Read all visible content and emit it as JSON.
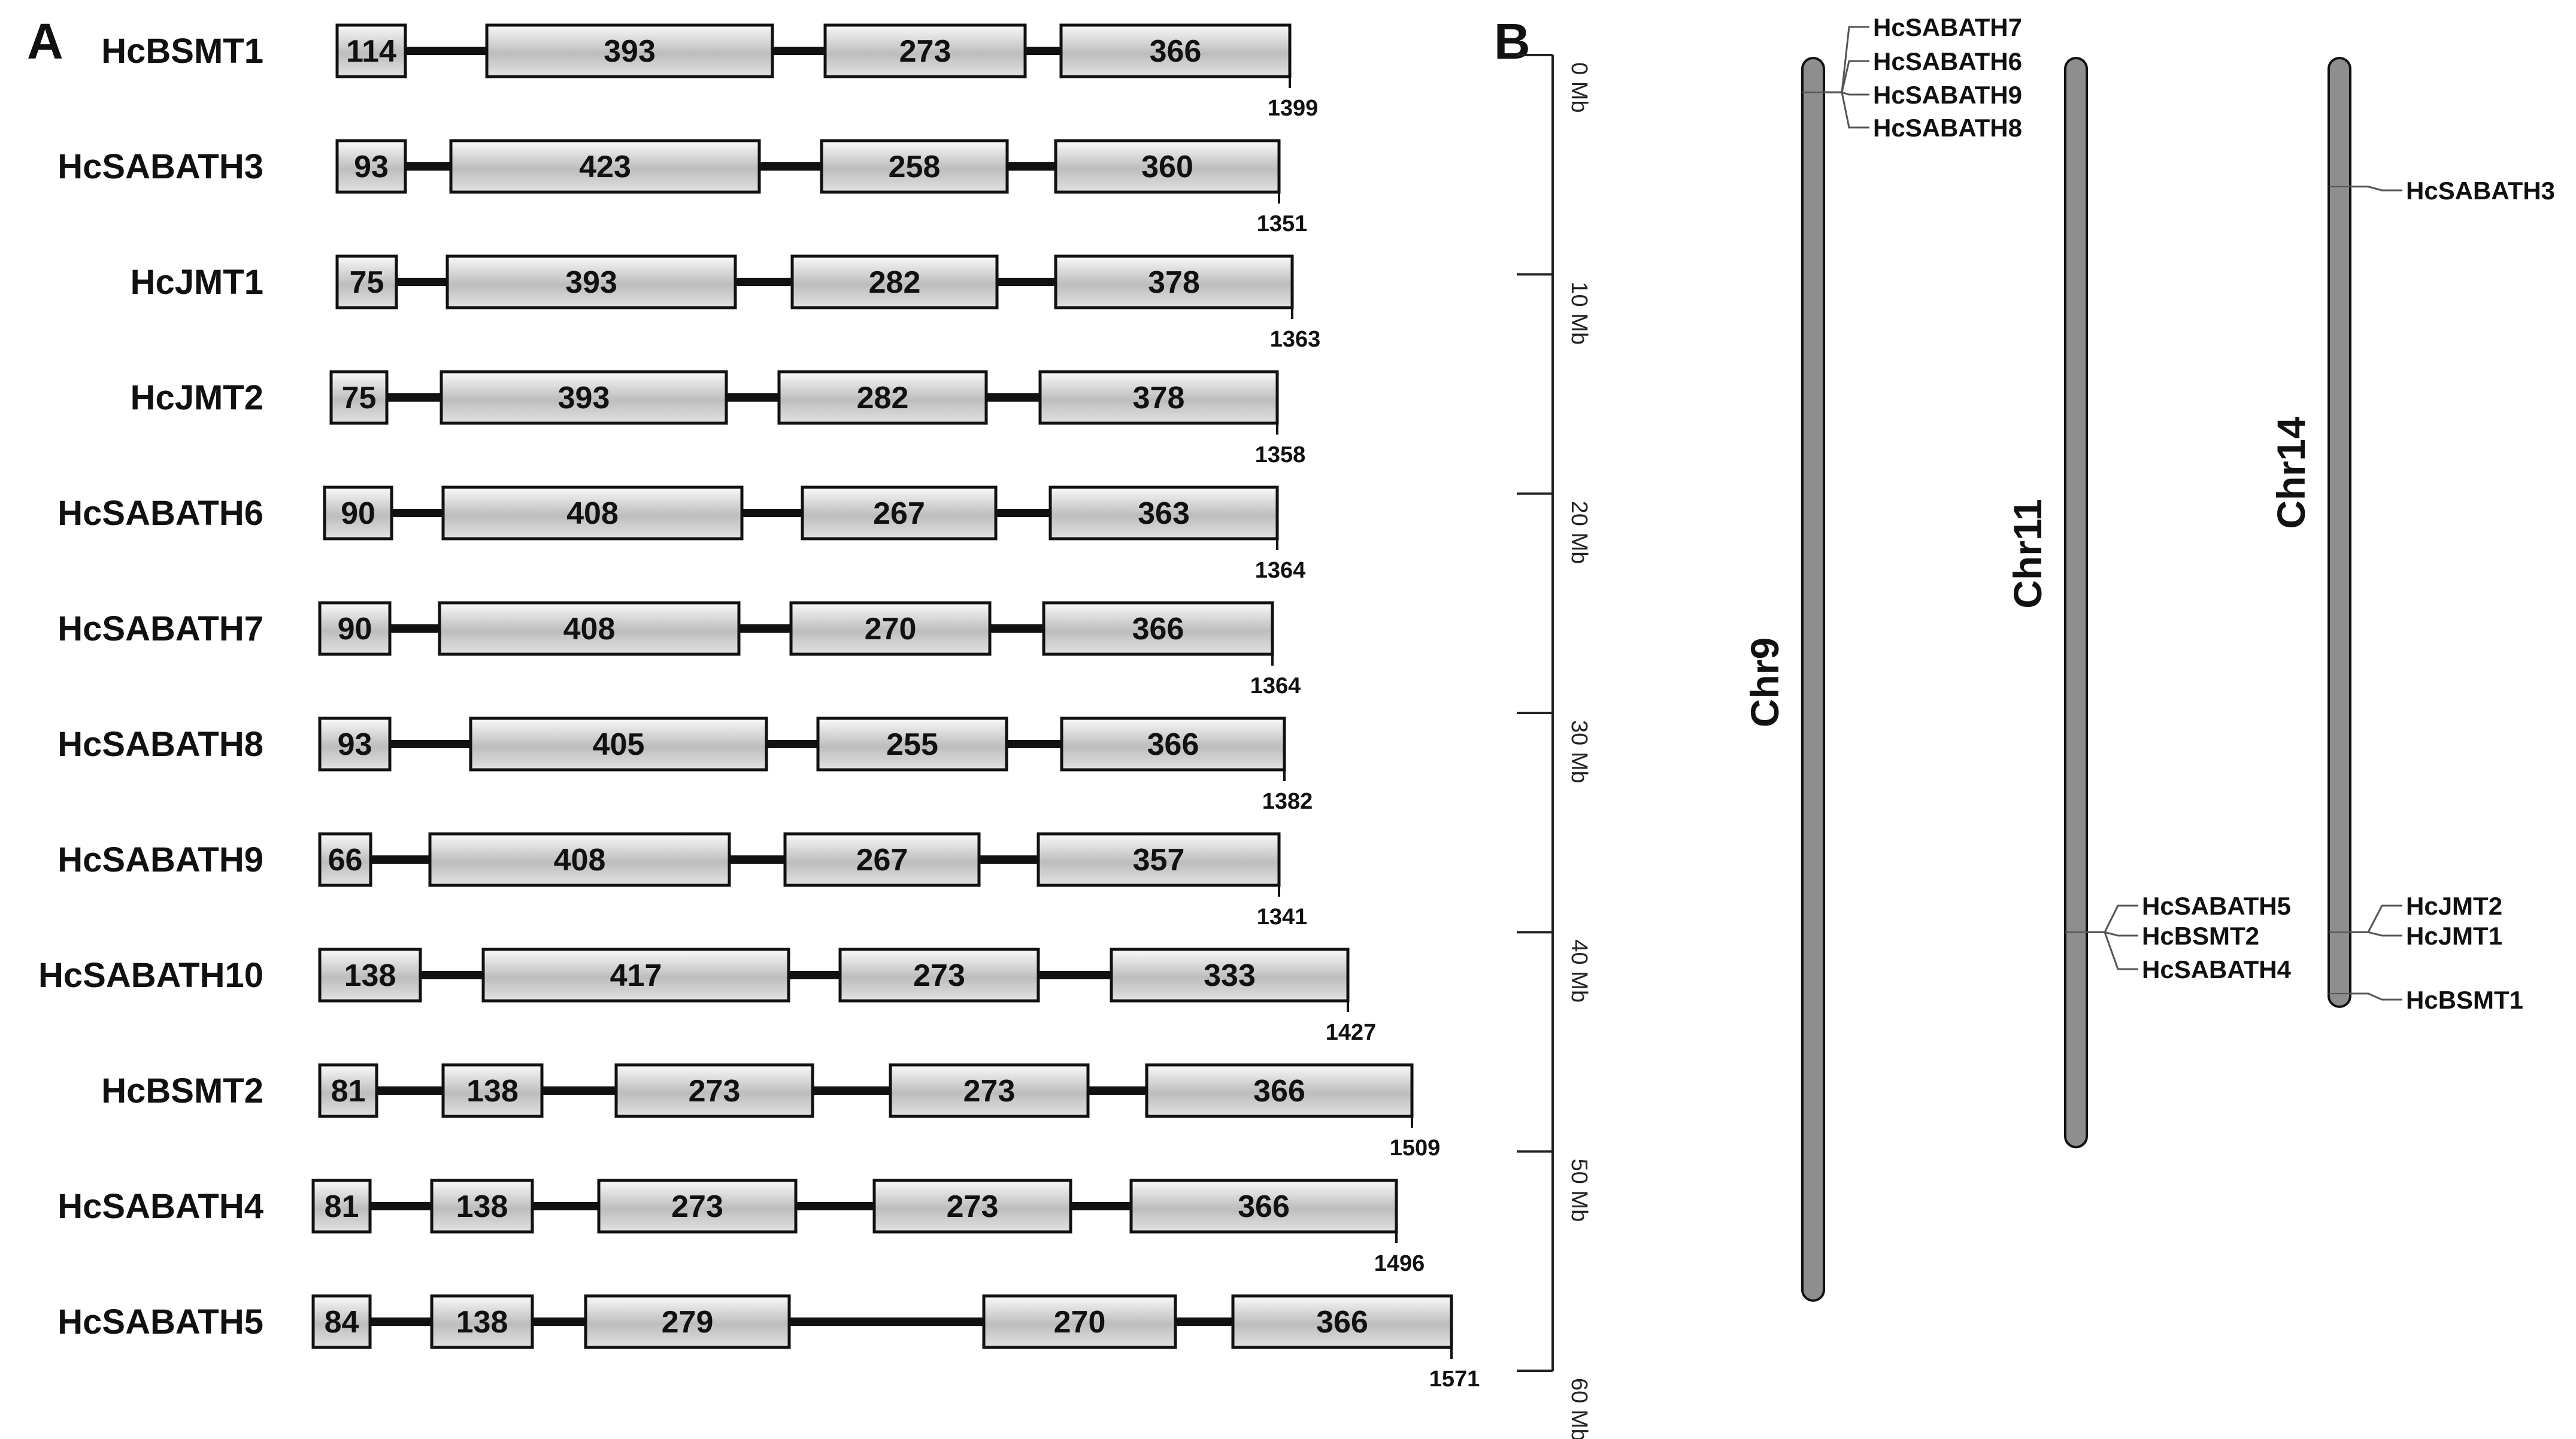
{
  "panels": {
    "a": "A",
    "b": "B"
  },
  "colors": {
    "exon_top": "#fafafa",
    "exon_mid": "#bdbdbd",
    "exon_bottom": "#e2e2e2",
    "exon_border": "#111111",
    "intron": "#111111",
    "chromosome": "#8e8e8e",
    "leader": "#555555"
  },
  "gene_structures": [
    {
      "name": "HcBSMT1",
      "exons": [
        {
          "label": "114",
          "start": 0,
          "end": 114
        },
        {
          "label": "393",
          "start": 250,
          "end": 727
        },
        {
          "label": "273",
          "start": 815,
          "end": 1149
        },
        {
          "label": "366",
          "start": 1209,
          "end": 1591
        }
      ],
      "total": "1399"
    },
    {
      "name": "HcSABATH3",
      "exons": [
        {
          "label": "93",
          "start": 0,
          "end": 114
        },
        {
          "label": "423",
          "start": 190,
          "end": 705
        },
        {
          "label": "258",
          "start": 809,
          "end": 1119
        },
        {
          "label": "360",
          "start": 1200,
          "end": 1573
        }
      ],
      "total": "1351"
    },
    {
      "name": "HcJMT1",
      "exons": [
        {
          "label": "75",
          "start": 0,
          "end": 99
        },
        {
          "label": "393",
          "start": 184,
          "end": 665
        },
        {
          "label": "282",
          "start": 760,
          "end": 1102
        },
        {
          "label": "378",
          "start": 1200,
          "end": 1595
        }
      ],
      "total": "1363"
    },
    {
      "name": "HcJMT2",
      "exons": [
        {
          "label": "75",
          "start": 0,
          "end": 93
        },
        {
          "label": "393",
          "start": 184,
          "end": 660
        },
        {
          "label": "282",
          "start": 748,
          "end": 1094
        },
        {
          "label": "378",
          "start": 1184,
          "end": 1580
        }
      ],
      "total": "1358"
    },
    {
      "name": "HcSABATH6",
      "exons": [
        {
          "label": "90",
          "start": 0,
          "end": 112
        },
        {
          "label": "408",
          "start": 198,
          "end": 697
        },
        {
          "label": "267",
          "start": 798,
          "end": 1121
        },
        {
          "label": "363",
          "start": 1212,
          "end": 1591
        }
      ],
      "total": "1364"
    },
    {
      "name": "HcSABATH7",
      "exons": [
        {
          "label": "90",
          "start": 0,
          "end": 117
        },
        {
          "label": "408",
          "start": 200,
          "end": 700
        },
        {
          "label": "270",
          "start": 787,
          "end": 1119
        },
        {
          "label": "366",
          "start": 1209,
          "end": 1591
        }
      ],
      "total": "1364"
    },
    {
      "name": "HcSABATH8",
      "exons": [
        {
          "label": "93",
          "start": 0,
          "end": 117
        },
        {
          "label": "405",
          "start": 252,
          "end": 746
        },
        {
          "label": "255",
          "start": 832,
          "end": 1147
        },
        {
          "label": "366",
          "start": 1239,
          "end": 1611
        }
      ],
      "total": "1382"
    },
    {
      "name": "HcSABATH9",
      "exons": [
        {
          "label": "66",
          "start": 0,
          "end": 85
        },
        {
          "label": "408",
          "start": 184,
          "end": 684
        },
        {
          "label": "267",
          "start": 777,
          "end": 1101
        },
        {
          "label": "357",
          "start": 1200,
          "end": 1602
        }
      ],
      "total": "1341"
    },
    {
      "name": "HcSABATH10",
      "exons": [
        {
          "label": "138",
          "start": 0,
          "end": 168
        },
        {
          "label": "417",
          "start": 273,
          "end": 783
        },
        {
          "label": "273",
          "start": 869,
          "end": 1200
        },
        {
          "label": "333",
          "start": 1322,
          "end": 1717
        }
      ],
      "total": "1427"
    },
    {
      "name": "HcBSMT2",
      "exons": [
        {
          "label": "81",
          "start": 0,
          "end": 95
        },
        {
          "label": "138",
          "start": 206,
          "end": 371
        },
        {
          "label": "273",
          "start": 495,
          "end": 823
        },
        {
          "label": "273",
          "start": 953,
          "end": 1283
        },
        {
          "label": "366",
          "start": 1381,
          "end": 1824
        }
      ],
      "total": "1509"
    },
    {
      "name": "HcSABATH4",
      "exons": [
        {
          "label": "81",
          "start": 0,
          "end": 95
        },
        {
          "label": "138",
          "start": 198,
          "end": 366
        },
        {
          "label": "273",
          "start": 477,
          "end": 806
        },
        {
          "label": "273",
          "start": 937,
          "end": 1265
        },
        {
          "label": "366",
          "start": 1366,
          "end": 1809
        }
      ],
      "total": "1496"
    },
    {
      "name": "HcSABATH5",
      "exons": [
        {
          "label": "84",
          "start": 0,
          "end": 95
        },
        {
          "label": "138",
          "start": 198,
          "end": 366
        },
        {
          "label": "279",
          "start": 455,
          "end": 795
        },
        {
          "label": "270",
          "start": 1120,
          "end": 1440
        },
        {
          "label": "366",
          "start": 1536,
          "end": 1901
        }
      ],
      "total": "1571"
    }
  ],
  "scale_bar": {
    "min": 0,
    "max": 60,
    "ticks": [
      "0 Mb",
      "10 Mb",
      "20 Mb",
      "30 Mb",
      "40 Mb",
      "50 Mb",
      "60 Mb"
    ]
  },
  "chromosomes": [
    {
      "name": "Chr9",
      "length_mb": 56.8,
      "genes": [
        {
          "name": "HcSABATH7",
          "position_mb": 1.7
        },
        {
          "name": "HcSABATH6",
          "position_mb": 1.7
        },
        {
          "name": "HcSABATH9",
          "position_mb": 1.7
        },
        {
          "name": "HcSABATH8",
          "position_mb": 1.7
        }
      ]
    },
    {
      "name": "Chr11",
      "length_mb": 49.8,
      "genes": [
        {
          "name": "HcSABATH5",
          "position_mb": 40.0
        },
        {
          "name": "HcBSMT2",
          "position_mb": 40.0
        },
        {
          "name": "HcSABATH4",
          "position_mb": 40.0
        }
      ]
    },
    {
      "name": "Chr14",
      "length_mb": 43.4,
      "genes": [
        {
          "name": "HcSABATH3",
          "position_mb": 6.0
        },
        {
          "name": "HcJMT2",
          "position_mb": 40.0
        },
        {
          "name": "HcJMT1",
          "position_mb": 40.0
        },
        {
          "name": "HcBSMT1",
          "position_mb": 42.8
        }
      ]
    }
  ]
}
